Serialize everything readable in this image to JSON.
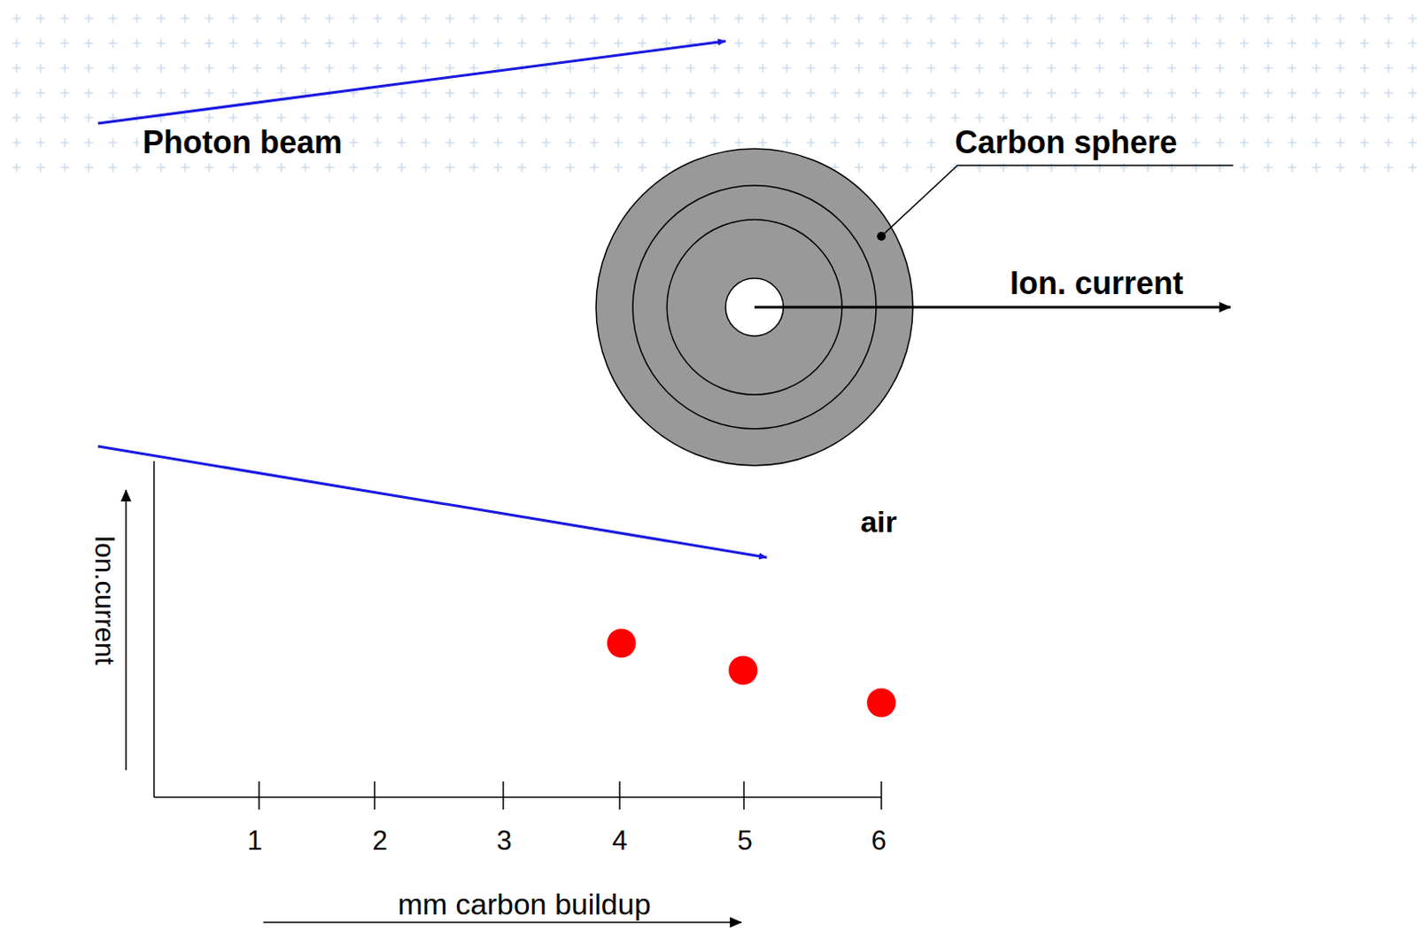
{
  "diagram": {
    "labels": [
      "Photon beam",
      "Carbon sphere",
      "Ion. current",
      "air",
      "Ion.current",
      "1",
      "2",
      "3",
      "4",
      "5",
      "6",
      "mm carbon buildup"
    ]
  }
}
